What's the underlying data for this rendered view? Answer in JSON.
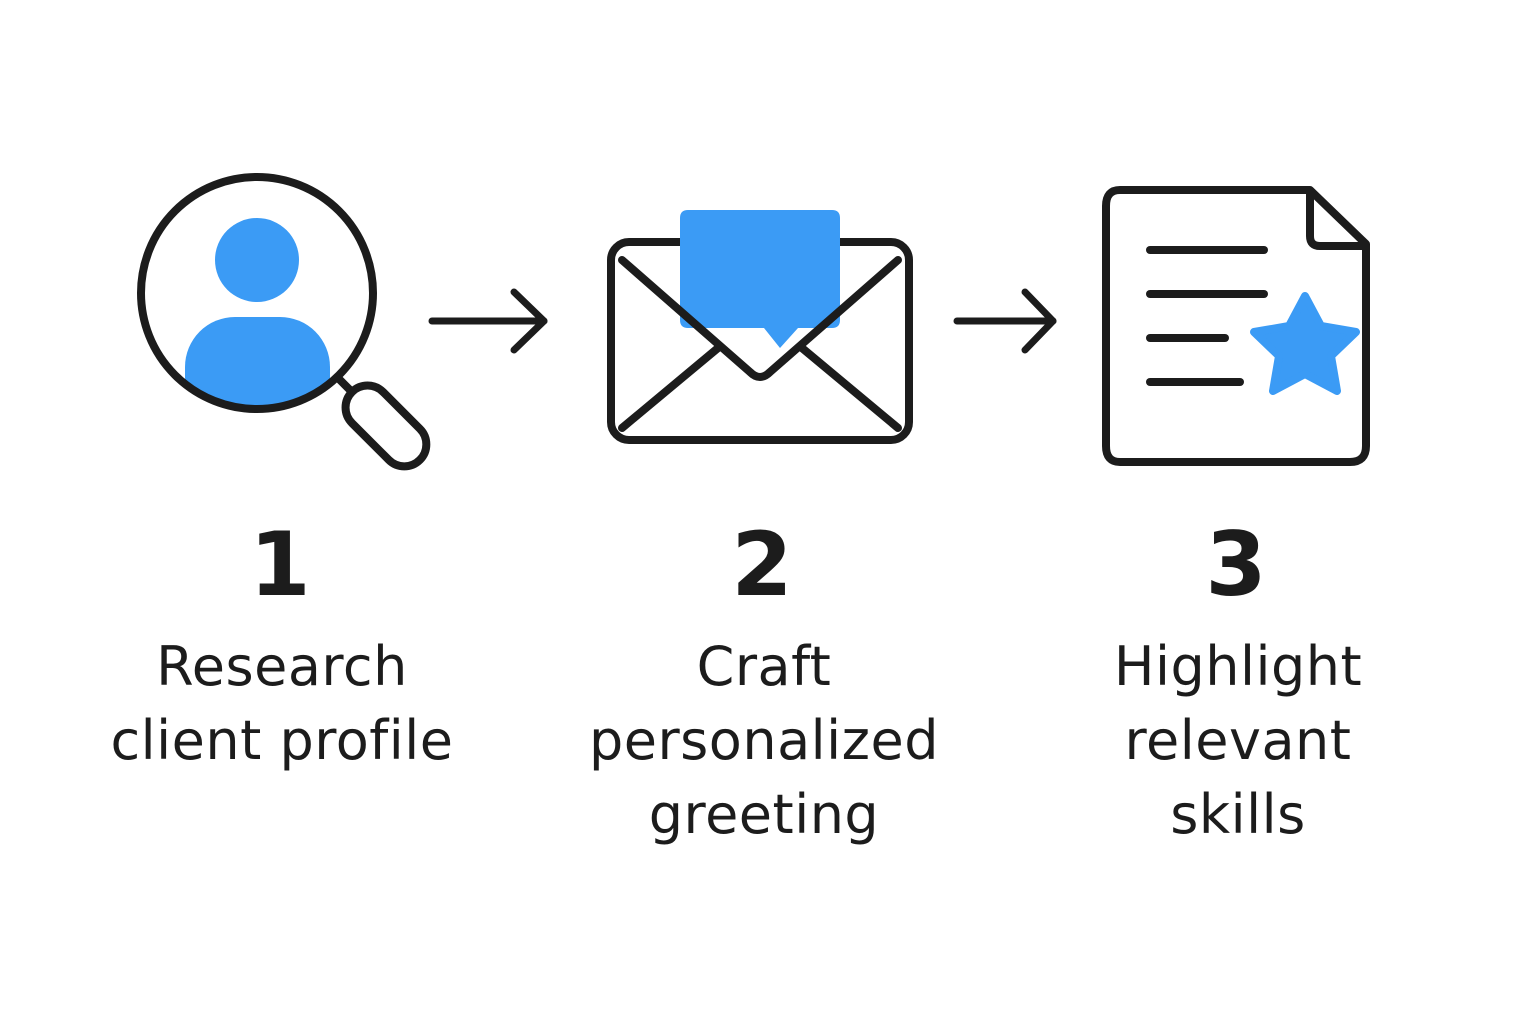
{
  "colors": {
    "accent": "#3B9BF5",
    "stroke": "#1c1c1c",
    "background": "#ffffff"
  },
  "steps": [
    {
      "number": "1",
      "label_lines": [
        "Research",
        "client profile"
      ],
      "icon": "magnifier-user-icon"
    },
    {
      "number": "2",
      "label_lines": [
        "Craft",
        "personalized",
        "greeting"
      ],
      "icon": "envelope-message-icon"
    },
    {
      "number": "3",
      "label_lines": [
        "Highlight",
        "relevant",
        "skills"
      ],
      "icon": "document-star-icon"
    }
  ],
  "connectors": [
    "arrow-right-icon",
    "arrow-right-icon"
  ]
}
